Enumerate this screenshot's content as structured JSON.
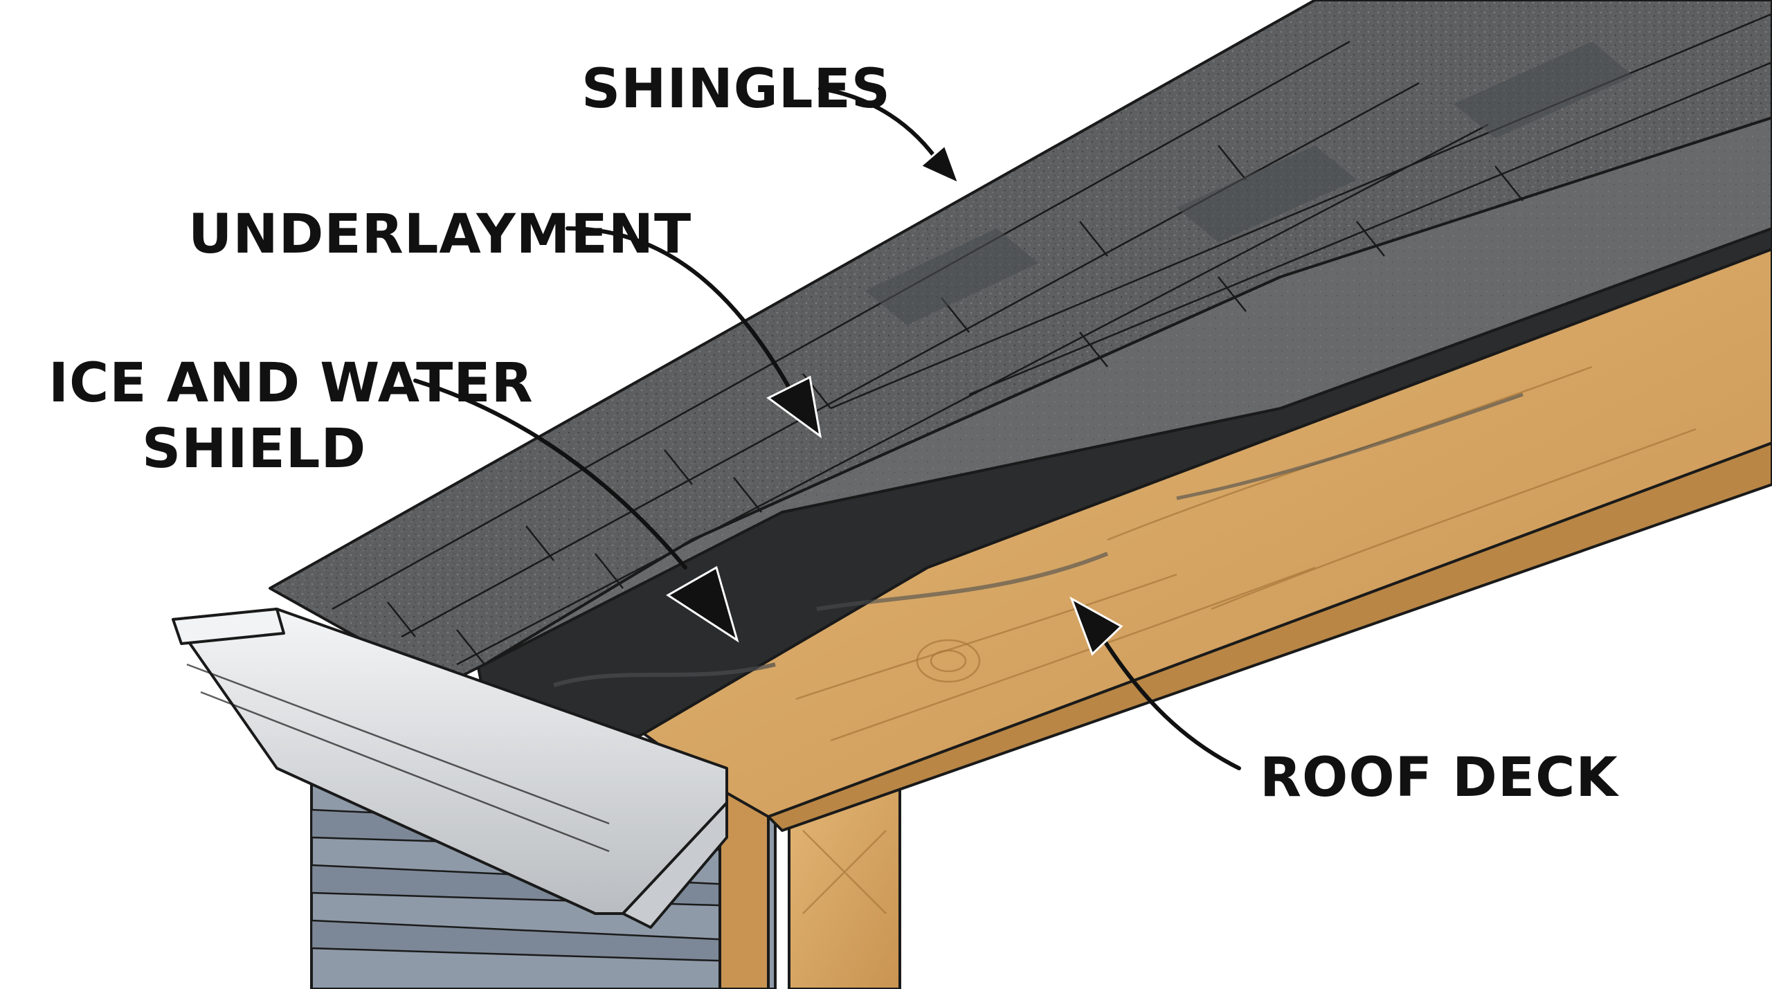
{
  "diagram": {
    "title": "Roof eave cross-section",
    "labels": {
      "shingles": "SHINGLES",
      "underlayment": "UNDERLAYMENT",
      "ice_shield_line1": "ICE AND WATER",
      "ice_shield_line2": "SHIELD",
      "roof_deck": "ROOF DECK"
    },
    "colors": {
      "shingle": "#5f6163",
      "shingle_dark": "#4a4c4e",
      "underlayment": "#6a6c6e",
      "ice_shield": "#2c2d2f",
      "wood": "#d9a865",
      "wood_dark": "#b98645",
      "gutter": "#e6e8ea",
      "siding": "#8c99a8"
    }
  }
}
